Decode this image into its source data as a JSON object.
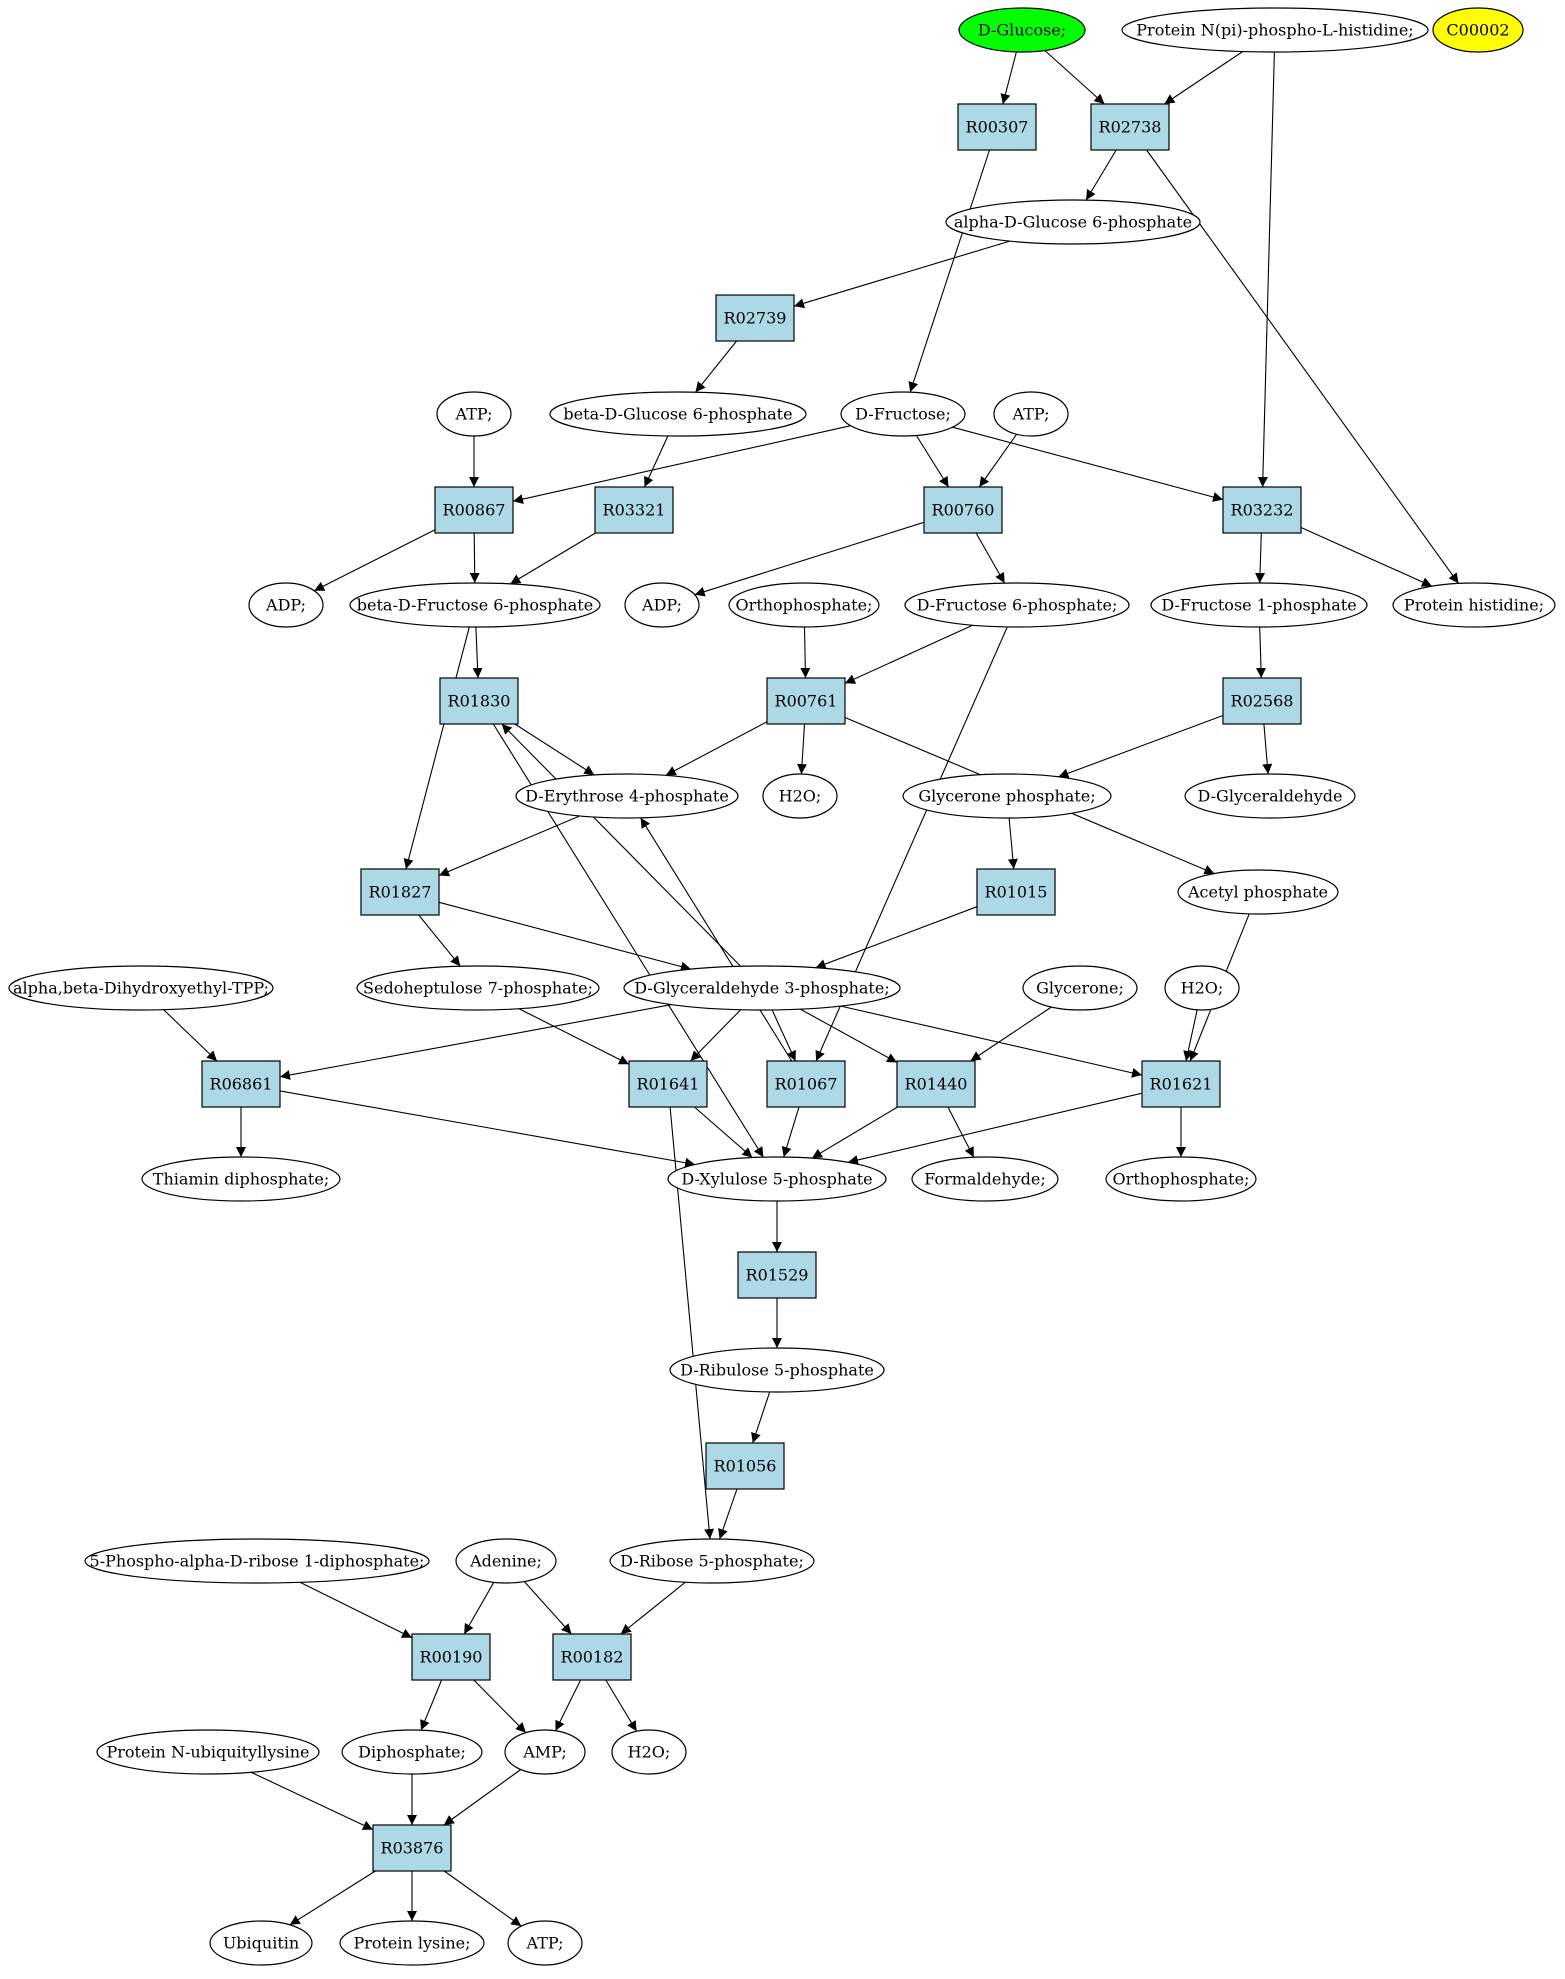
{
  "colors": {
    "reaction_fill": "#add8e6",
    "highlight_source": "#00ff00",
    "highlight_target": "#ffff00",
    "compound_fill": "#ffffff",
    "stroke": "#000000"
  },
  "compounds": {
    "glc": "D-Glucose;",
    "ppih": "Protein N(pi)-phospho-L-histidine;",
    "c2": "C00002",
    "ag6p": "alpha-D-Glucose 6-phosphate",
    "atp1": "ATP;",
    "bg6p": "beta-D-Glucose 6-phosphate",
    "fru": "D-Fructose;",
    "atp2": "ATP;",
    "adp1": "ADP;",
    "bf6p": "beta-D-Fructose 6-phosphate",
    "adp2": "ADP;",
    "pi1": "Orthophosphate;",
    "f6p": "D-Fructose 6-phosphate;",
    "f1p": "D-Fructose 1-phosphate",
    "phis": "Protein histidine;",
    "e4p": "D-Erythrose 4-phosphate",
    "h2o1": "H2O;",
    "dhap": "Glycerone phosphate;",
    "glyald": "D-Glyceraldehyde",
    "acp": "Acetyl phosphate",
    "dhetpp": "alpha,beta-Dihydroxyethyl-TPP;",
    "s7p": "Sedoheptulose 7-phosphate;",
    "g3p": "D-Glyceraldehyde 3-phosphate;",
    "dha": "Glycerone;",
    "h2o2": "H2O;",
    "tpp": "Thiamin diphosphate;",
    "x5p": "D-Xylulose 5-phosphate",
    "hcho": "Formaldehyde;",
    "pi2": "Orthophosphate;",
    "ru5p": "D-Ribulose 5-phosphate",
    "prpp": "5-Phospho-alpha-D-ribose 1-diphosphate;",
    "ade": "Adenine;",
    "r5p": "D-Ribose 5-phosphate;",
    "ubk": "Protein N-ubiquityllysine",
    "ppi": "Diphosphate;",
    "amp": "AMP;",
    "h2o3": "H2O;",
    "ub": "Ubiquitin",
    "plys": "Protein lysine;",
    "atp3": "ATP;"
  },
  "reactions": {
    "R00307": "R00307",
    "R02738": "R02738",
    "R02739": "R02739",
    "R00867": "R00867",
    "R03321": "R03321",
    "R00760": "R00760",
    "R03232": "R03232",
    "R01830": "R01830",
    "R00761": "R00761",
    "R02568": "R02568",
    "R01827": "R01827",
    "R01015": "R01015",
    "R06861": "R06861",
    "R01641": "R01641",
    "R01067": "R01067",
    "R01440": "R01440",
    "R01621": "R01621",
    "R01529": "R01529",
    "R01056": "R01056",
    "R00190": "R00190",
    "R00182": "R00182",
    "R03876": "R03876"
  },
  "highlights": {
    "source": "glc",
    "target": "c2"
  },
  "edges": [
    [
      "glc",
      "R00307"
    ],
    [
      "glc",
      "R02738"
    ],
    [
      "ppih",
      "R02738"
    ],
    [
      "ppih",
      "R03232"
    ],
    [
      "R02738",
      "ag6p"
    ],
    [
      "R02738",
      "phis"
    ],
    [
      "R00307",
      "fru"
    ],
    [
      "ag6p",
      "R02739"
    ],
    [
      "R02739",
      "bg6p"
    ],
    [
      "atp1",
      "R00867"
    ],
    [
      "fru",
      "R00867"
    ],
    [
      "bg6p",
      "R03321"
    ],
    [
      "fru",
      "R00760"
    ],
    [
      "atp2",
      "R00760"
    ],
    [
      "fru",
      "R03232"
    ],
    [
      "R00867",
      "adp1"
    ],
    [
      "R00867",
      "bf6p"
    ],
    [
      "R03321",
      "bf6p"
    ],
    [
      "R00760",
      "adp2"
    ],
    [
      "R00760",
      "f6p"
    ],
    [
      "R03232",
      "f1p"
    ],
    [
      "R03232",
      "phis"
    ],
    [
      "bf6p",
      "R01830"
    ],
    [
      "bf6p",
      "R01827"
    ],
    [
      "pi1",
      "R00761"
    ],
    [
      "f6p",
      "R00761"
    ],
    [
      "f6p",
      "R01067"
    ],
    [
      "f1p",
      "R02568"
    ],
    [
      "R01830",
      "e4p"
    ],
    [
      "R01830",
      "x5p"
    ],
    [
      "R00761",
      "e4p"
    ],
    [
      "R00761",
      "h2o1"
    ],
    [
      "R00761",
      "acp"
    ],
    [
      "R02568",
      "dhap"
    ],
    [
      "R02568",
      "glyald"
    ],
    [
      "e4p",
      "R01827"
    ],
    [
      "dhap",
      "R01015"
    ],
    [
      "R01827",
      "s7p"
    ],
    [
      "R01827",
      "g3p"
    ],
    [
      "R01015",
      "g3p"
    ],
    [
      "g3p",
      "R01830"
    ],
    [
      "R01067",
      "e4p"
    ],
    [
      "dhetpp",
      "R06861"
    ],
    [
      "g3p",
      "R06861"
    ],
    [
      "s7p",
      "R01641"
    ],
    [
      "g3p",
      "R01641"
    ],
    [
      "g3p",
      "R01067"
    ],
    [
      "g3p",
      "R01440"
    ],
    [
      "dha",
      "R01440"
    ],
    [
      "g3p",
      "R01621"
    ],
    [
      "h2o2",
      "R01621"
    ],
    [
      "acp",
      "R01621"
    ],
    [
      "R06861",
      "tpp"
    ],
    [
      "R06861",
      "x5p"
    ],
    [
      "R01641",
      "x5p"
    ],
    [
      "R01641",
      "r5p"
    ],
    [
      "R01067",
      "x5p"
    ],
    [
      "R01440",
      "x5p"
    ],
    [
      "R01440",
      "hcho"
    ],
    [
      "R01621",
      "x5p"
    ],
    [
      "R01621",
      "pi2"
    ],
    [
      "x5p",
      "R01529"
    ],
    [
      "R01529",
      "ru5p"
    ],
    [
      "ru5p",
      "R01056"
    ],
    [
      "R01056",
      "r5p"
    ],
    [
      "prpp",
      "R00190"
    ],
    [
      "ade",
      "R00190"
    ],
    [
      "ade",
      "R00182"
    ],
    [
      "r5p",
      "R00182"
    ],
    [
      "R00190",
      "ppi"
    ],
    [
      "R00190",
      "amp"
    ],
    [
      "R00182",
      "amp"
    ],
    [
      "R00182",
      "h2o3"
    ],
    [
      "ubk",
      "R03876"
    ],
    [
      "ppi",
      "R03876"
    ],
    [
      "amp",
      "R03876"
    ],
    [
      "R03876",
      "ub"
    ],
    [
      "R03876",
      "plys"
    ],
    [
      "R03876",
      "atp3"
    ]
  ]
}
